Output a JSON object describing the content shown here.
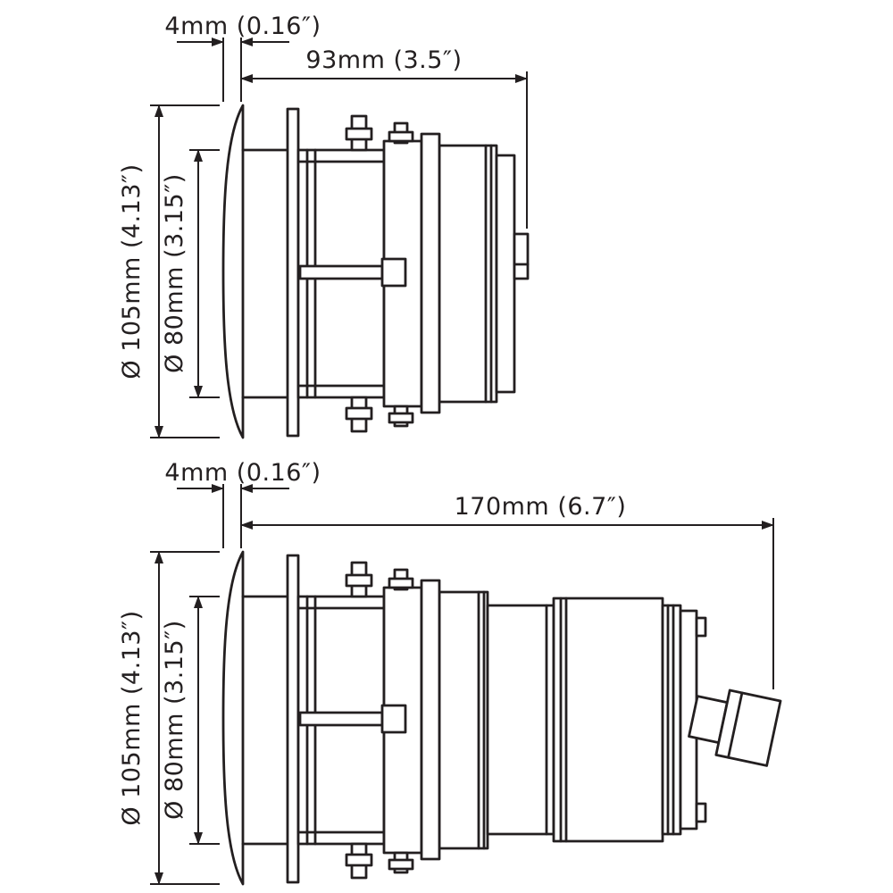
{
  "page": {
    "background": "#ffffff",
    "line_color": "#231f20"
  },
  "views": {
    "top": {
      "name": "short-body-side-view",
      "dims": {
        "flange_thickness": "4mm (0.16″)",
        "body_length": "93mm (3.5″)",
        "flange_diameter": "Ø 105mm (4.13″)",
        "body_diameter": "Ø 80mm (3.15″)"
      }
    },
    "bottom": {
      "name": "long-body-side-view",
      "dims": {
        "flange_thickness": "4mm (0.16″)",
        "body_length": "170mm (6.7″)",
        "flange_diameter": "Ø 105mm (4.13″)",
        "body_diameter": "Ø 80mm (3.15″)"
      }
    }
  }
}
